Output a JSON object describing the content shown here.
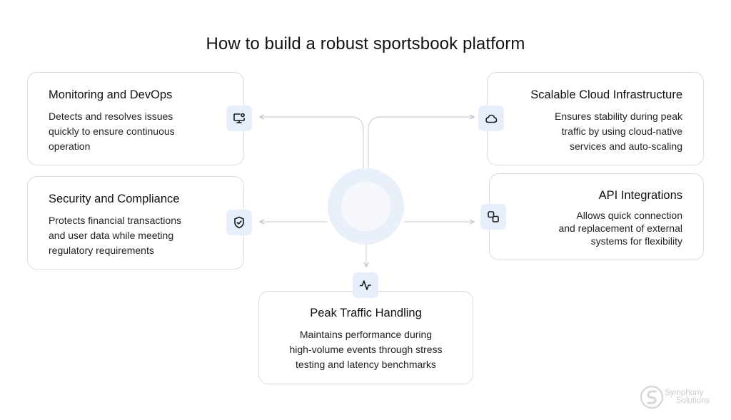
{
  "title": "How to build a robust sportsbook platform",
  "cards": {
    "monitoring": {
      "title": "Monitoring and DevOps",
      "description": "Detects and resolves issues\nquickly to ensure continuous\noperation",
      "icon": "monitor-icon"
    },
    "security": {
      "title": "Security and Compliance",
      "description": "Protects financial transactions\nand user data while meeting\nregulatory requirements",
      "icon": "shield-check-icon"
    },
    "cloud": {
      "title": "Scalable Cloud Infrastructure",
      "description": "Ensures stability during peak\ntraffic by using cloud-native\nservices and auto-scaling",
      "icon": "cloud-icon"
    },
    "api": {
      "title": "API Integrations",
      "description": "Allows quick connection\nand replacement of external\nsystems for flexibility",
      "icon": "link-squares-icon"
    },
    "peak": {
      "title": "Peak Traffic Handling",
      "description": "Maintains performance during\nhigh-volume events through stress\ntesting and latency benchmarks",
      "icon": "pulse-icon"
    }
  },
  "logo": {
    "line1": "Symphony",
    "line2": "Solutions"
  },
  "colors": {
    "accent_bg": "#e6eefb",
    "icon_stroke": "#1a1a1a",
    "border": "#d9dbe0",
    "connector": "#c4c7cd",
    "hub": "#eaf0fa"
  }
}
